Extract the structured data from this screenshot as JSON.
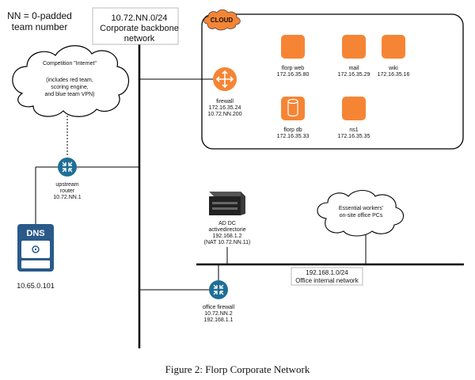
{
  "legend_note": {
    "line1": "NN = 0-padded",
    "line2": "team number"
  },
  "backbone": {
    "line1": "10.72.NN.0/24",
    "line2": "Corporate backbone",
    "line3": "network"
  },
  "internet_cloud": {
    "line1": "Competition \"Internet\"",
    "line2": "(includes red team,",
    "line3": "scoring engine,",
    "line4": "and blue team VPN)"
  },
  "cloud_region": {
    "badge": "CLOUD"
  },
  "firewall": {
    "name": "firewall",
    "ip1": "172.16.35.24",
    "ip2": "10.72.NN.200"
  },
  "servers": {
    "florp_web": {
      "name": "florp web",
      "ip": "172.16.35.80"
    },
    "mail": {
      "name": "mail",
      "ip": "172.16.35.29"
    },
    "wiki": {
      "name": "wiki",
      "ip": "172.16.35.16"
    },
    "florp_db": {
      "name": "florp db",
      "ip": "172.16.35.33"
    },
    "ns1": {
      "name": "ns1",
      "ip": "172.16.35.35"
    }
  },
  "upstream_router": {
    "line1": "upstream",
    "line2": "router",
    "ip": "10.72.NN.1"
  },
  "dns": {
    "badge": "DNS",
    "ip": "10.65.0.101"
  },
  "ad_dc": {
    "line1": "AD DC",
    "line2": "activedirectorie",
    "ip1": "192.168.1.2",
    "ip2": "(NAT 10.72.NN.11)"
  },
  "workers_cloud": {
    "line1": "Essential workers'",
    "line2": "on-site office PCs"
  },
  "office_net": {
    "line1": "192.168.1.0/24",
    "line2": "Office internal network"
  },
  "office_firewall": {
    "name": "office firewall",
    "ip1": "10.72.NN.2",
    "ip2": "192.168.1.1"
  },
  "caption": "Figure 2: Florp Corporate Network",
  "colors": {
    "orange": "#f58534",
    "router_blue": "#1f6f96",
    "dns_blue": "#2a5a8a"
  }
}
